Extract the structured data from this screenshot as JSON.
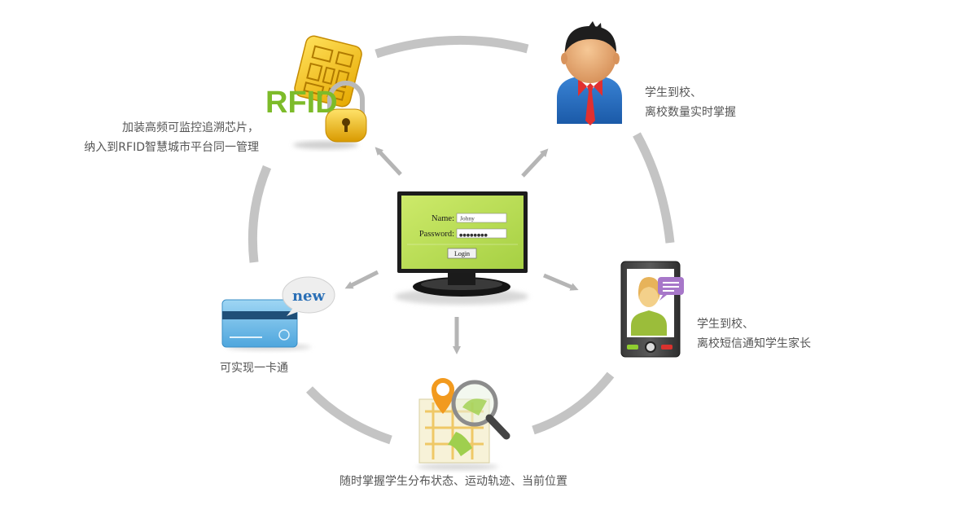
{
  "colors": {
    "ring": "#c4c4c4",
    "arrow": "#b5b5b5",
    "screen": "#b7dc55",
    "caption": "#555555",
    "rfid_text": "#7dbb2a"
  },
  "icons": {
    "center": "login-monitor-icon",
    "top_left": "rfid-chip-lock-icon",
    "top_right": "student-avatar-icon",
    "right": "mobile-phone-message-icon",
    "bottom": "map-search-icon",
    "left": "new-card-icon"
  },
  "monitor": {
    "name_label": "Name:",
    "name_value": "Johny",
    "password_label": "Password:",
    "password_value": "●●●●●●●●",
    "login_button": "Login"
  },
  "rfid_logo_text": "RFID",
  "new_badge_text": "new",
  "captions": {
    "rfid": [
      "加装高频可监控追溯芯片，",
      "纳入到RFID智慧城市平台同一管理"
    ],
    "student": [
      "学生到校、",
      "离校数量实时掌握"
    ],
    "sms": [
      "学生到校、",
      "离校短信通知学生家长"
    ],
    "map": "随时掌握学生分布状态、运动轨迹、当前位置",
    "card": "可实现一卡通"
  }
}
